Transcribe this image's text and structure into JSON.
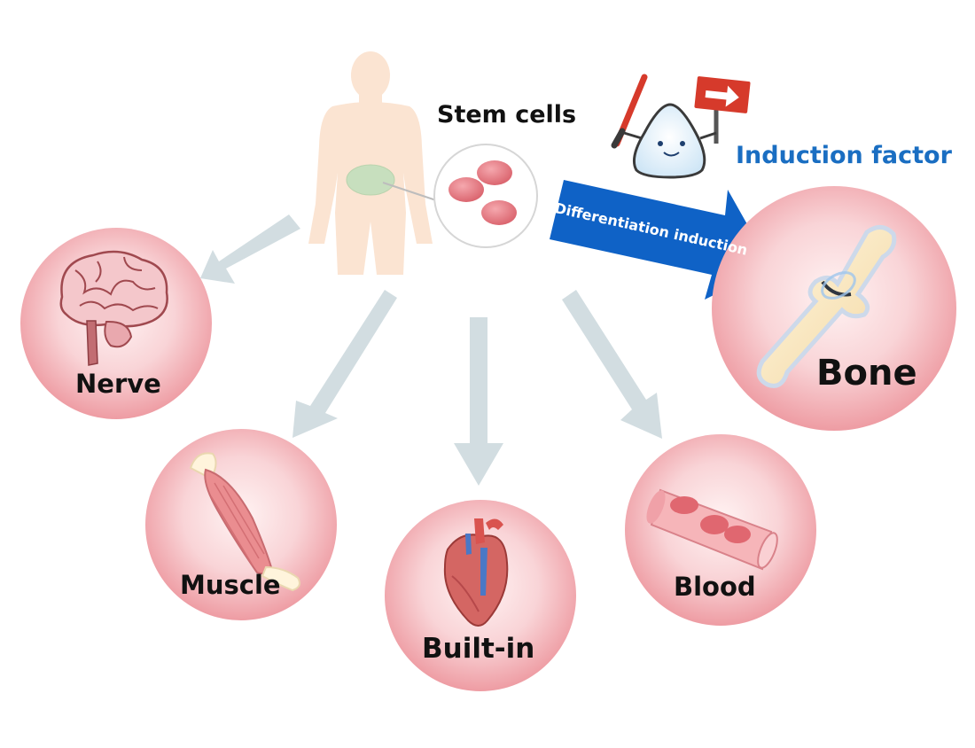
{
  "labels": {
    "stem_cells": "Stem cells",
    "induction_factor": "Induction factor",
    "differentiation_induction": "Differentiation induction",
    "nerve": "Nerve",
    "muscle": "Muscle",
    "built_in": "Built-in",
    "blood": "Blood",
    "bone": "Bone"
  },
  "colors": {
    "circle_fill": "#f6c9cd",
    "circle_edge": "#ef9ea5",
    "gray_arrow": "#d2dde1",
    "blue_arrow": "#0f62c6",
    "factor_text": "#1a6ec2",
    "body": "#fbe4d2",
    "stem_cell": "#e47880"
  },
  "icons": {
    "body": "human-silhouette-icon",
    "factor": "induction-factor-mascot-icon",
    "nerve": "brain-icon",
    "muscle": "muscle-icon",
    "built_in": "heart-icon",
    "blood": "blood-vessel-icon",
    "bone": "bone-joint-icon"
  }
}
